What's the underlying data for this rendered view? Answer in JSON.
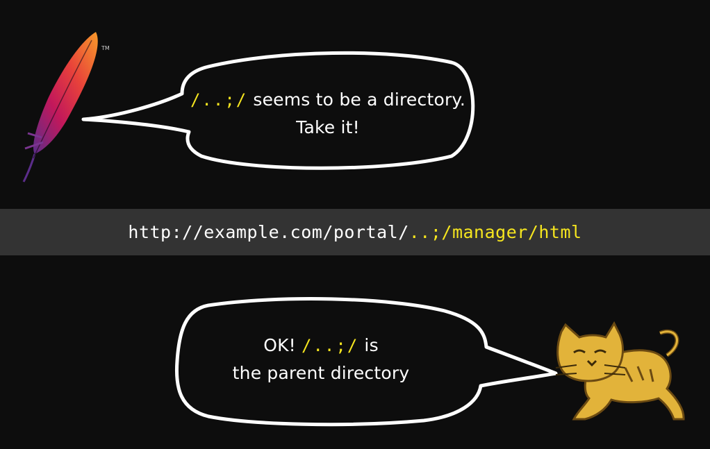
{
  "colors": {
    "background": "#0d0d0d",
    "bar": "#333333",
    "text": "#ffffff",
    "highlight": "#f5e51f"
  },
  "apache": {
    "logo_icon": "apache-feather-icon",
    "trademark": "TM"
  },
  "tomcat": {
    "logo_icon": "tomcat-cat-icon"
  },
  "bubble_top": {
    "code": "/..;/",
    "text_line1": " seems to be a directory.",
    "text_line2": "Take it!"
  },
  "url": {
    "prefix": "http://example.com/portal/",
    "highlight": "..;/manager/html"
  },
  "bubble_bottom": {
    "text_before": "OK! ",
    "code": "/..;/",
    "text_after": " is",
    "text_line2": "the parent directory"
  }
}
